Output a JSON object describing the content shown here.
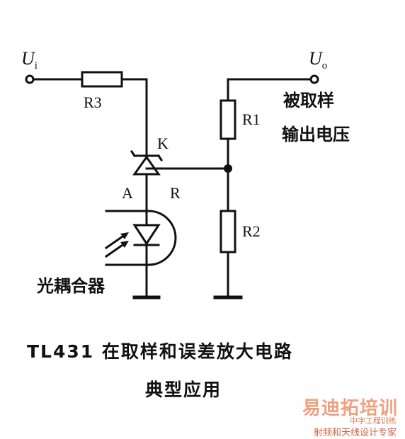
{
  "terminals": {
    "input_main": "U",
    "input_sub": "i",
    "output_main": "U",
    "output_sub": "o"
  },
  "components": {
    "r3": "R3",
    "r1": "R1",
    "r2": "R2",
    "cathode": "K",
    "anode": "A",
    "ref": "R"
  },
  "notes": {
    "sampled_line1": "被取样",
    "sampled_line2": "输出电压",
    "optocoupler": "光耦合器"
  },
  "caption": {
    "line1": "TL431 在取样和误差放大电路",
    "line2": "典型应用"
  },
  "watermark": {
    "main": "易迪拓培训",
    "sub1": "中字工程训练",
    "sub2": "射频和天线设计专家"
  },
  "colors": {
    "line": "#111111",
    "watermark": "#f0a080"
  }
}
